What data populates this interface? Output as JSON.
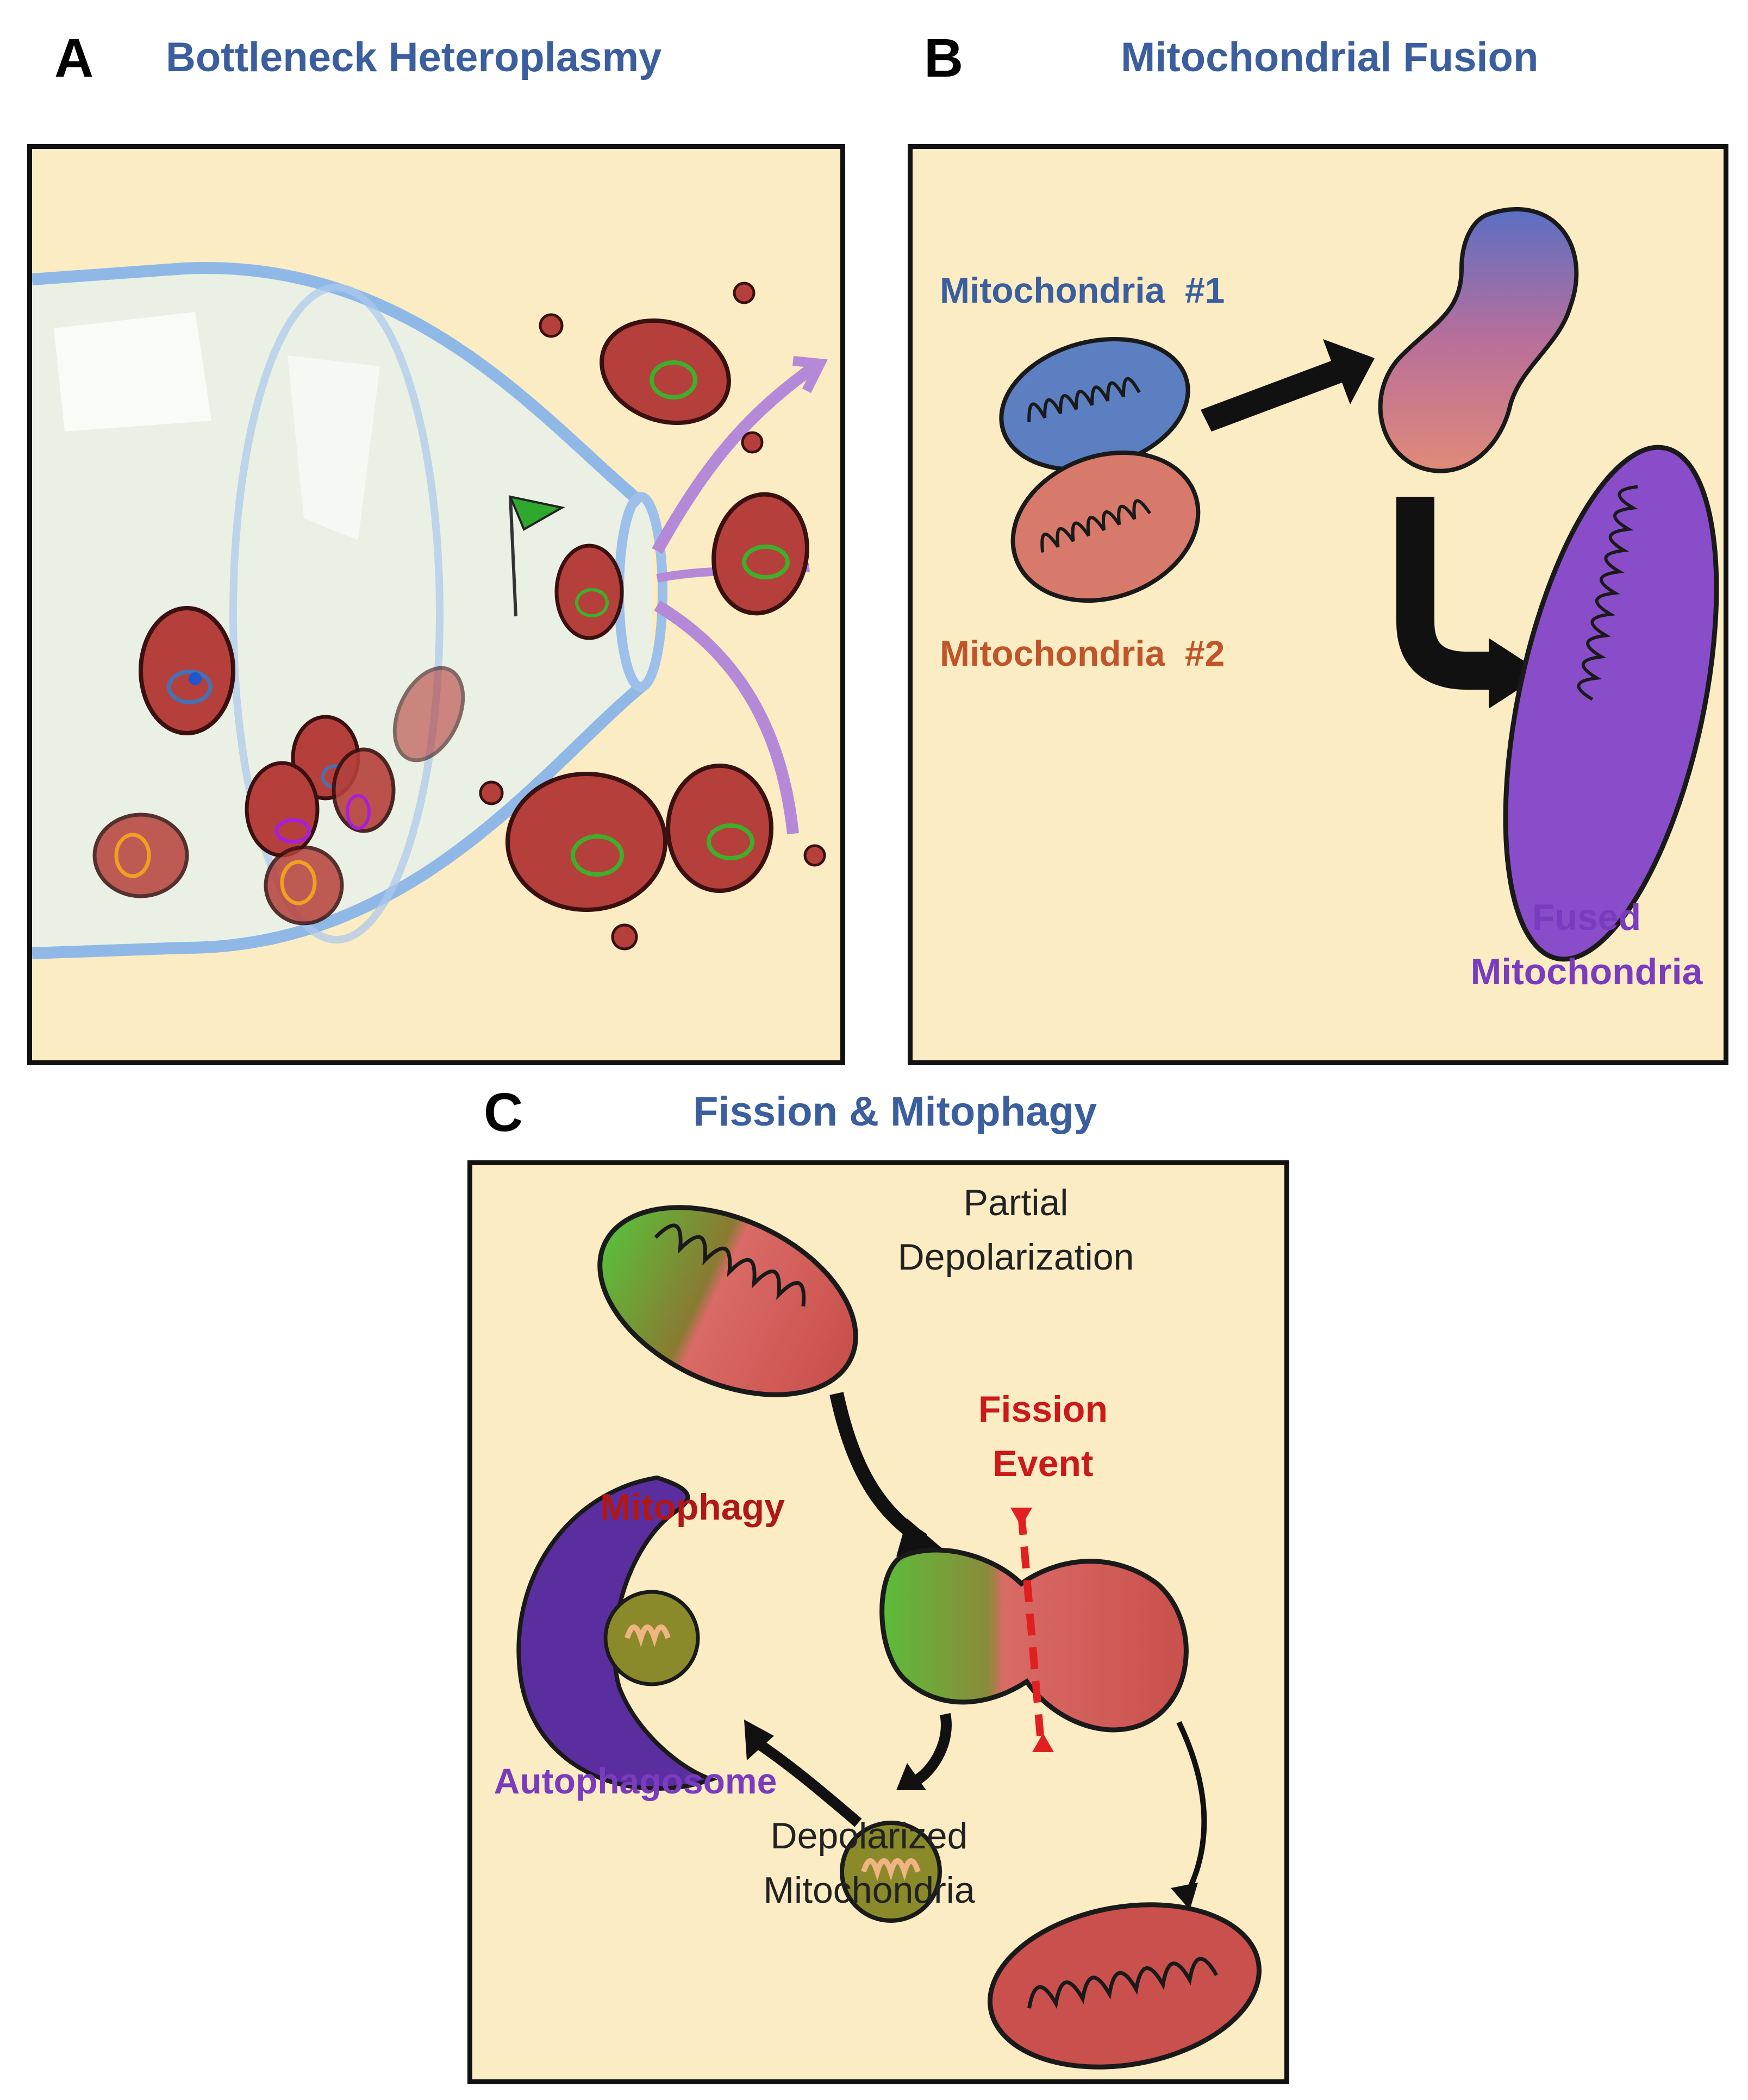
{
  "panels": {
    "a": {
      "letter": "A",
      "title": "Bottleneck Heteroplasmy"
    },
    "b": {
      "letter": "B",
      "title": "Mitochondrial Fusion",
      "mito1_label": "Mitochondria  #1",
      "mito2_label": "Mitochondria  #2",
      "fused_label_line1": "Fused",
      "fused_label_line2": "Mitochondria"
    },
    "c": {
      "letter": "C",
      "title": "Fission & Mitophagy",
      "partial_line1": "Partial",
      "partial_line2": "Depolarization",
      "fission_line1": "Fission",
      "fission_line2": "Event",
      "mitophagy_label": "Mitophagy",
      "autophagosome_label": "Autophagosome",
      "depolarized_line1": "Depolarized",
      "depolarized_line2": "Mitochondria"
    }
  },
  "colors": {
    "title_blue": "#3a5e9e",
    "panel_bg": "#fcecc4",
    "mito_blue": "#4a6fb0",
    "mito_orange": "#c0552a",
    "fused_purple": "#7a3bbf",
    "fission_red": "#cc1a1a",
    "mitophagy_red": "#b01818",
    "autophagosome_purple": "#7a3bbf",
    "mito_red": "#b8413e",
    "mito_green": "#3fae2a"
  }
}
